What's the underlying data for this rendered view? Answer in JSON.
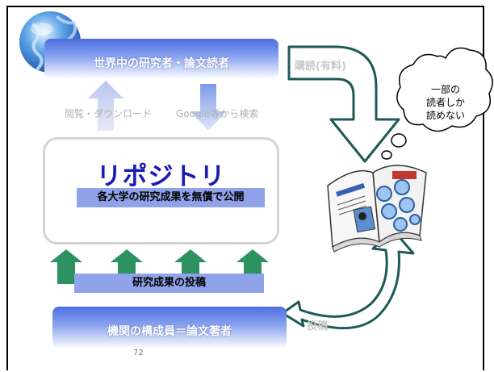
{
  "top_bar": {
    "label": "世界中の研究者・論文読者"
  },
  "flow_labels": {
    "browse_download": "閲覧・ダウンロード",
    "search": "Google等から検索"
  },
  "repository": {
    "title": "リポジトリ",
    "subtitle": "各大学の研究成果を無償で公開"
  },
  "deposit": {
    "label": "研究成果の投稿"
  },
  "bottom_bar": {
    "label": "機関の構成員＝論文著者"
  },
  "subscription": {
    "label": "購読(有料)"
  },
  "submission": {
    "label": "投稿"
  },
  "thought_bubble": {
    "line1": "一部の",
    "line2": "読者しか",
    "line3": "読めない"
  },
  "page_number": "72",
  "colors": {
    "repo_title": "#1a1ab8",
    "label_fill": "#8fa2ea",
    "up_arrow": "#2e9160",
    "curved_arrow": "#1d5a56",
    "bar_top": "#4d6ee0"
  },
  "icons": {
    "globe": "globe-icon",
    "journal": "journal-icon"
  }
}
